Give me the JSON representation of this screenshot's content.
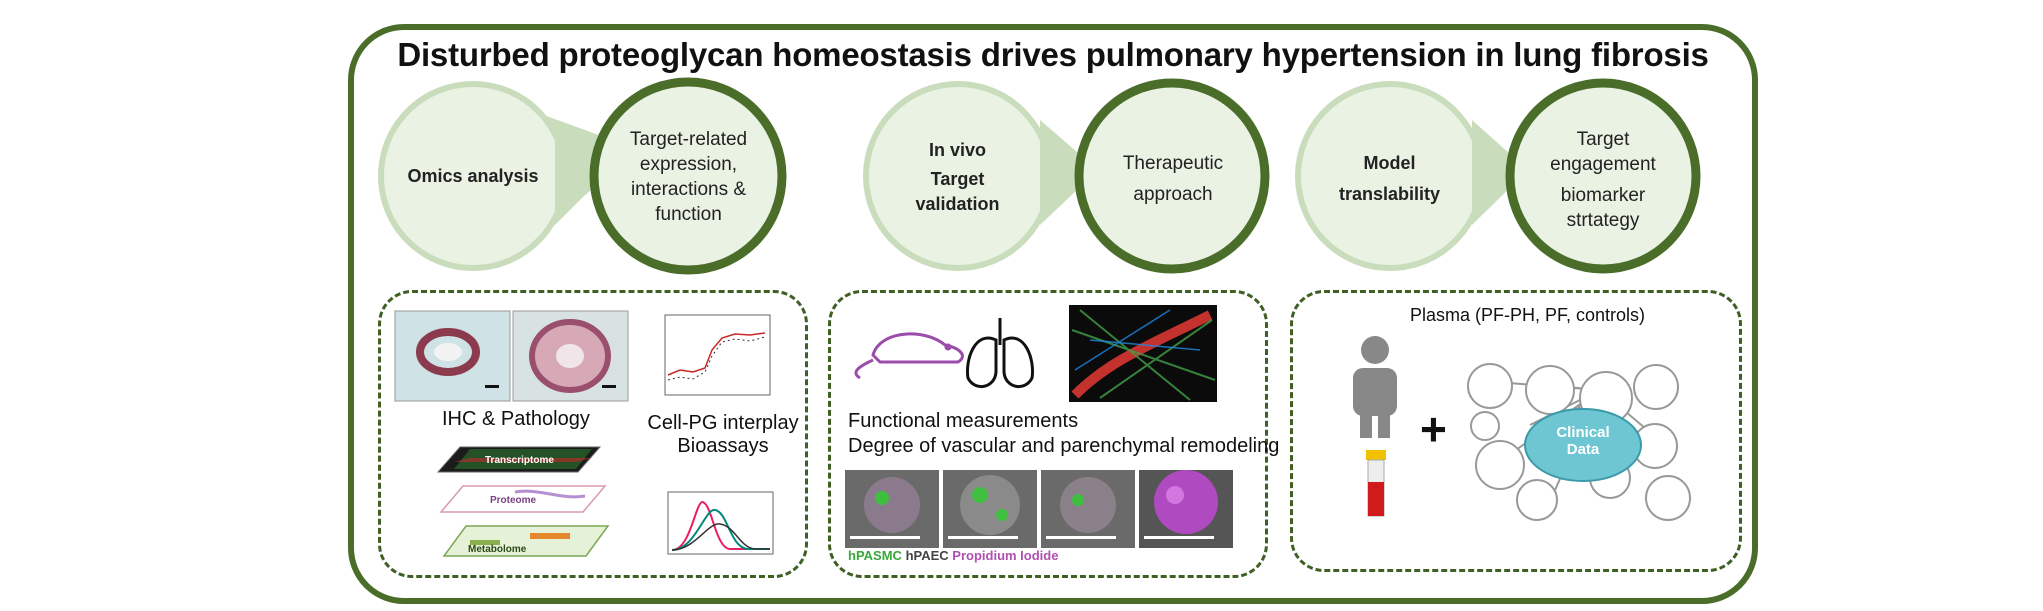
{
  "title": "Disturbed proteoglycan homeostasis drives pulmonary hypertension in lung fibrosis",
  "stages": [
    {
      "left_label": [
        "Omics analysis"
      ],
      "right_label": [
        "Target-related",
        "expression,",
        "interactions  &",
        "function"
      ]
    },
    {
      "left_label": [
        "In vivo",
        "Target",
        "validation"
      ],
      "right_label": [
        "Therapeutic",
        "approach"
      ]
    },
    {
      "left_label": [
        "Model",
        "translability"
      ],
      "right_label": [
        "Target",
        "engagement",
        "biomarker",
        "strtategy"
      ]
    }
  ],
  "panel1": {
    "ihc_label": "IHC & Pathology",
    "cellpg_label": [
      "Cell-PG interplay",
      "Bioassays"
    ],
    "layers": [
      "Transcriptome",
      "Proteome",
      "Metabolome"
    ]
  },
  "panel2": {
    "line1": "Functional measurements",
    "line2": "Degree of vascular and parenchymal remodeling",
    "legend": [
      {
        "text": "hPASMC",
        "color": "#3aa83a"
      },
      {
        "text": "hPAEC",
        "color": "#444444"
      },
      {
        "text": "Propidium Iodide",
        "color": "#b050b0"
      }
    ]
  },
  "panel3": {
    "title": "Plasma (PF-PH, PF, controls)",
    "hub_label": [
      "Clinical",
      "Data"
    ],
    "plus": "+"
  },
  "colors": {
    "dark_green": "#4a6e2a",
    "light_green": "#c9ddbd",
    "circle_fill": "#eaf2e4",
    "hub": "#6ec6d3"
  }
}
